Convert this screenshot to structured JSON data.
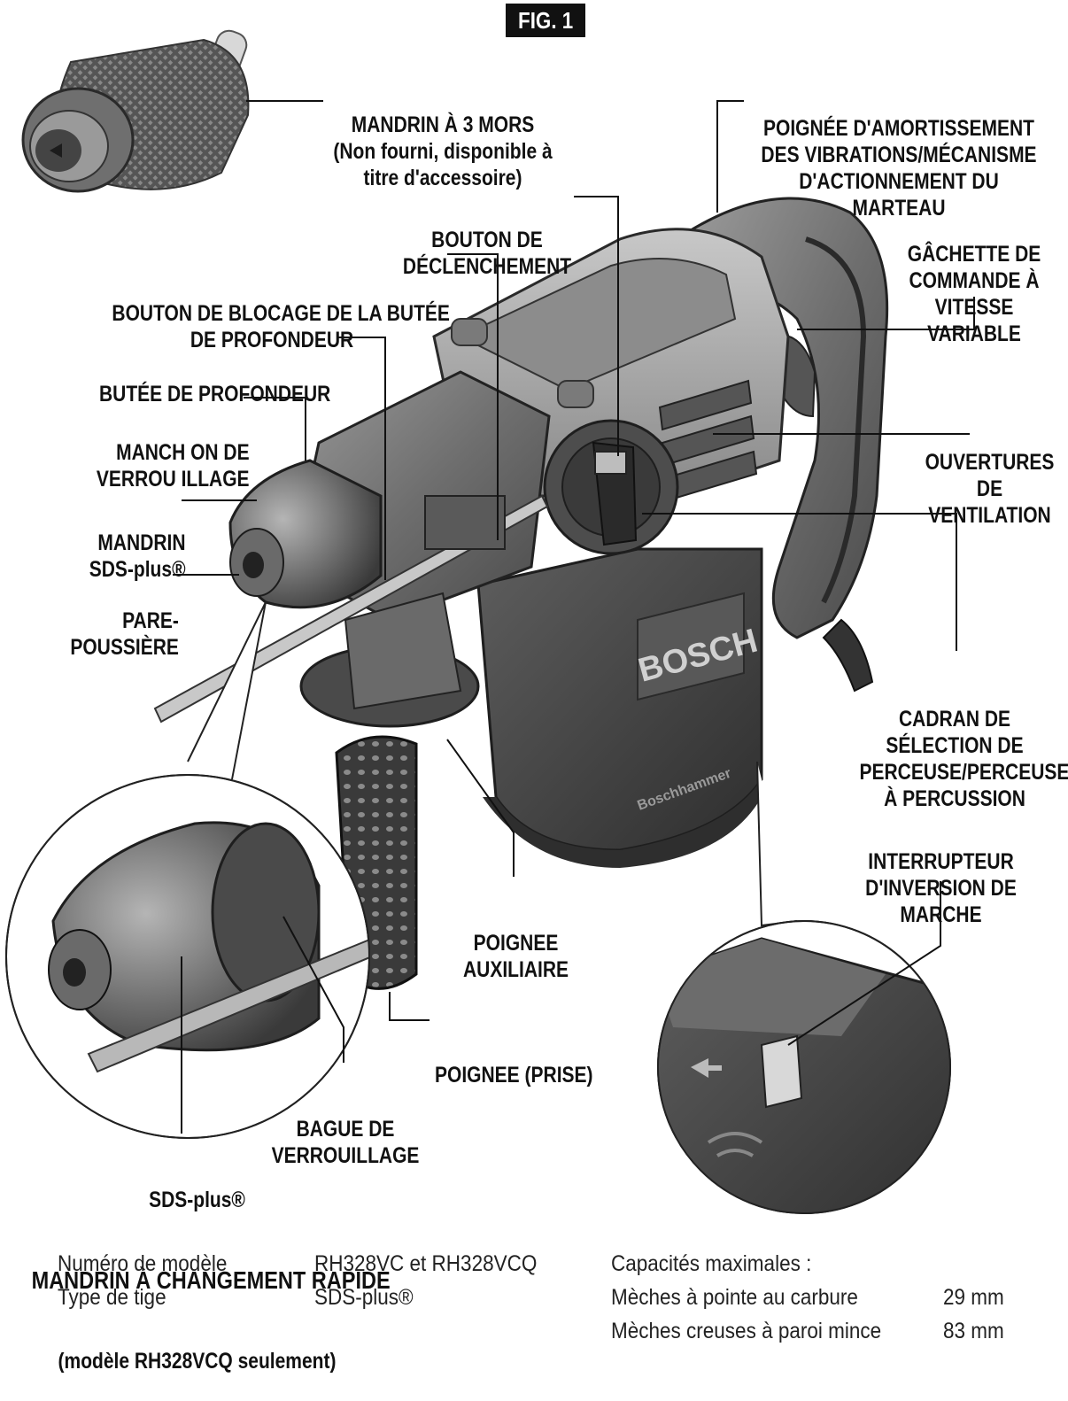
{
  "figure_tag": "FIG. 1",
  "labels": {
    "three_jaw_chuck": [
      "MANDRIN À 3 MORS",
      "(Non fourni, disponible à",
      "titre d'accessoire)"
    ],
    "vibration_handle": [
      "POIGNÉE D'AMORTISSEMENT",
      "DES VIBRATIONS/MÉCANISME",
      "D'ACTIONNEMENT DU",
      "MARTEAU"
    ],
    "release_button": [
      "BOUTON DE",
      "DÉCLENCHEMENT"
    ],
    "trigger": [
      "GÂCHETTE DE",
      "COMMANDE À",
      "VITESSE",
      "VARIABLE"
    ],
    "depth_lock_button": [
      "BOUTON DE BLOCAGE DE LA BUTÉE",
      "DE PROFONDEUR"
    ],
    "depth_gauge": [
      "BUTÉE DE PROFONDEUR"
    ],
    "locking_sleeve": [
      "MANCH ON DE",
      "VERROU ILLAGE"
    ],
    "sds_chuck": [
      "MANDRIN",
      "SDS-plus®"
    ],
    "dust_guard": [
      "PARE-",
      "POUSSIÈRE"
    ],
    "vents": [
      "OUVERTURES",
      "DE",
      "VENTILATION"
    ],
    "mode_dial": [
      "CADRAN DE",
      "SÉLECTION DE",
      "PERCEUSE/PERCEUSE",
      "À PERCUSSION"
    ],
    "reverse_switch": [
      "INTERRUPTEUR",
      "D'INVERSION DE",
      "MARCHE"
    ],
    "aux_handle": [
      "POIGNEE",
      "AUXILIAIRE"
    ],
    "grip": [
      "POIGNEE (PRISE)"
    ],
    "locking_ring": [
      "BAGUE DE",
      "VERROUILLAGE"
    ],
    "quick_change": [
      "SDS-plus®",
      "MANDRIN À CHANGEMENT RAPIDE",
      "(modèle RH328VCQ seulement)"
    ]
  },
  "tool_markings": {
    "brand": "BOSCH",
    "model_name": "Boschhammer"
  },
  "specs": {
    "model_label": "Numéro de modèle",
    "model_value": "RH328VC et RH328VCQ",
    "shank_label": "Type de tige",
    "shank_value": "SDS-plus®",
    "capacity_title": "Capacités maximales :",
    "rows": [
      {
        "label": "Mèches à pointe au carbure",
        "value": "29 mm"
      },
      {
        "label": "Mèches creuses à paroi mince",
        "value": "83 mm"
      }
    ]
  }
}
